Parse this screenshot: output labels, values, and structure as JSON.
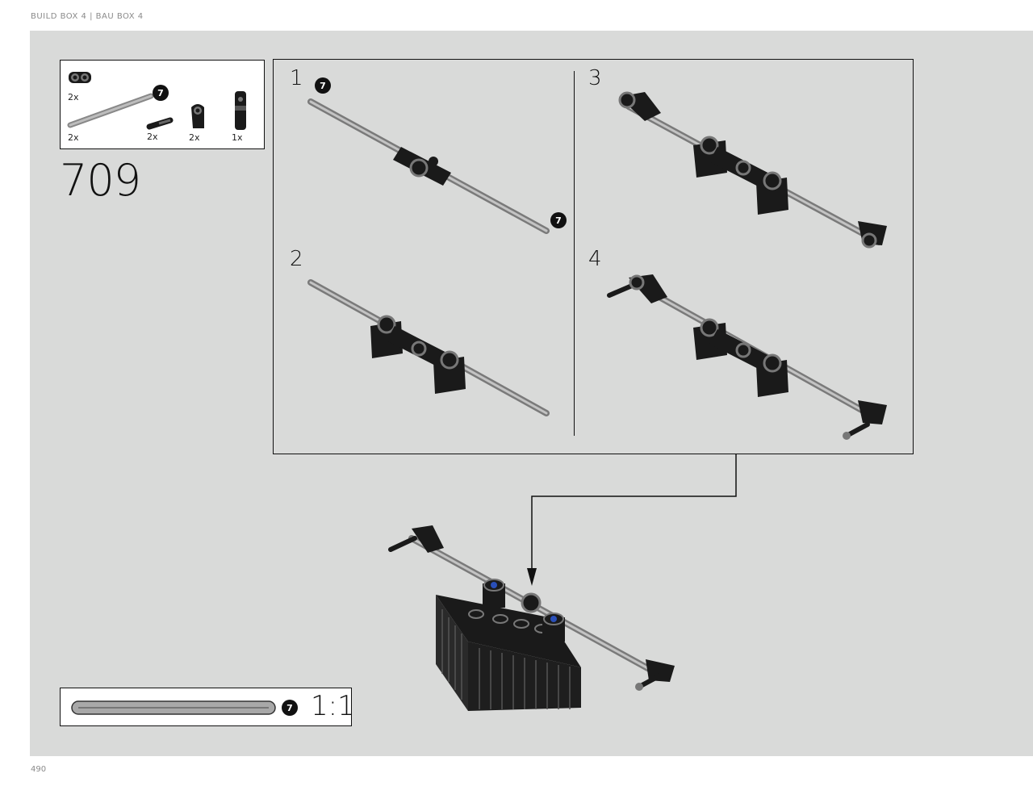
{
  "header": {
    "text": "BUILD BOX 4 | BAU BOX 4"
  },
  "page": {
    "number": "490"
  },
  "step": {
    "number": "709"
  },
  "parts": [
    {
      "name": "pin-connector",
      "qty": "2x"
    },
    {
      "name": "axle-7",
      "qty": "2x"
    },
    {
      "name": "axle-pin",
      "qty": "2x"
    },
    {
      "name": "angled-connector",
      "qty": "2x"
    },
    {
      "name": "pin-with-bush",
      "qty": "1x"
    }
  ],
  "axle_length_badge": "7",
  "substeps": [
    {
      "label": "1"
    },
    {
      "label": "2"
    },
    {
      "label": "3"
    },
    {
      "label": "4"
    }
  ],
  "ruler": {
    "length": "7",
    "scale": "1:1"
  },
  "colors": {
    "panel": "#d9dad9",
    "part_dark": "#1a1a1a",
    "part_grey": "#a8a8a8",
    "accent_blue": "#2a4fb8"
  }
}
